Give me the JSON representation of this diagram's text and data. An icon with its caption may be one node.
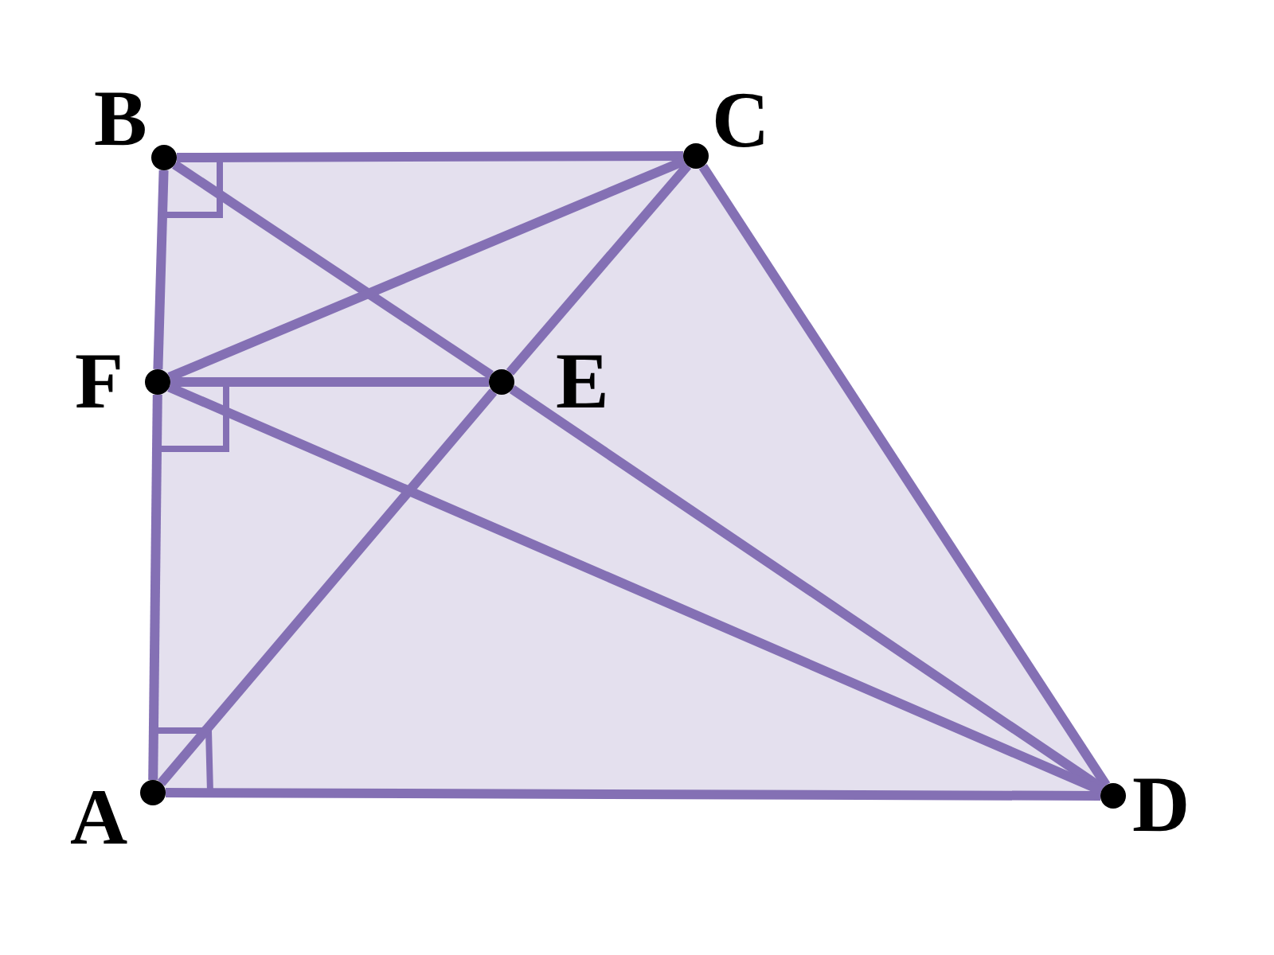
{
  "diagram": {
    "nodes": [
      {
        "text": [
          "B"
        ]
      },
      {
        "text": [
          "C"
        ]
      },
      {
        "text": [
          "F"
        ]
      },
      {
        "text": [
          "E"
        ]
      },
      {
        "text": [
          "A"
        ]
      },
      {
        "text": [
          "D"
        ]
      }
    ],
    "edges": [
      {
        "from": 0,
        "to": 1,
        "arrow": "none"
      },
      {
        "from": 1,
        "to": 5,
        "arrow": "none"
      },
      {
        "from": 4,
        "to": 5,
        "arrow": "none"
      },
      {
        "from": 4,
        "to": 2,
        "arrow": "none"
      },
      {
        "from": 2,
        "to": 0,
        "arrow": "none"
      },
      {
        "from": 0,
        "to": 3,
        "arrow": "none"
      },
      {
        "from": 3,
        "to": 5,
        "arrow": "none"
      },
      {
        "from": 4,
        "to": 3,
        "arrow": "none"
      },
      {
        "from": 3,
        "to": 1,
        "arrow": "none"
      },
      {
        "from": 2,
        "to": 1,
        "arrow": "none"
      },
      {
        "from": 2,
        "to": 3,
        "arrow": "none"
      },
      {
        "from": 2,
        "to": 5,
        "arrow": "none"
      }
    ]
  }
}
